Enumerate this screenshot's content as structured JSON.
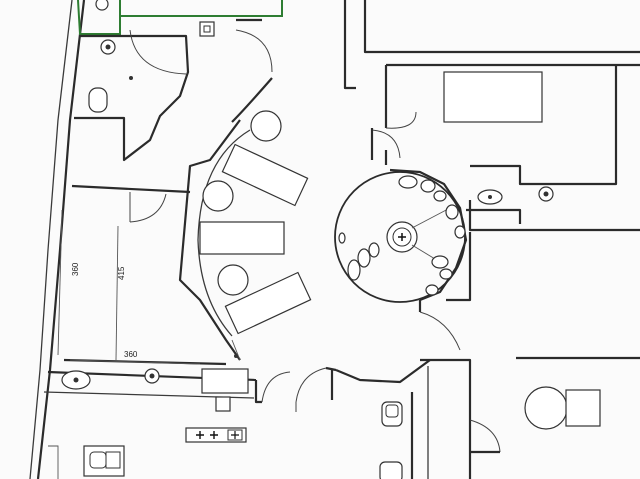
{
  "dimensions": {
    "vertical_left": "360",
    "vertical_inner": "415",
    "horizontal_bottom": "360"
  },
  "colors": {
    "ink": "#2b2b2b",
    "highlight": "#2e7d32",
    "background": "#ffffff"
  }
}
